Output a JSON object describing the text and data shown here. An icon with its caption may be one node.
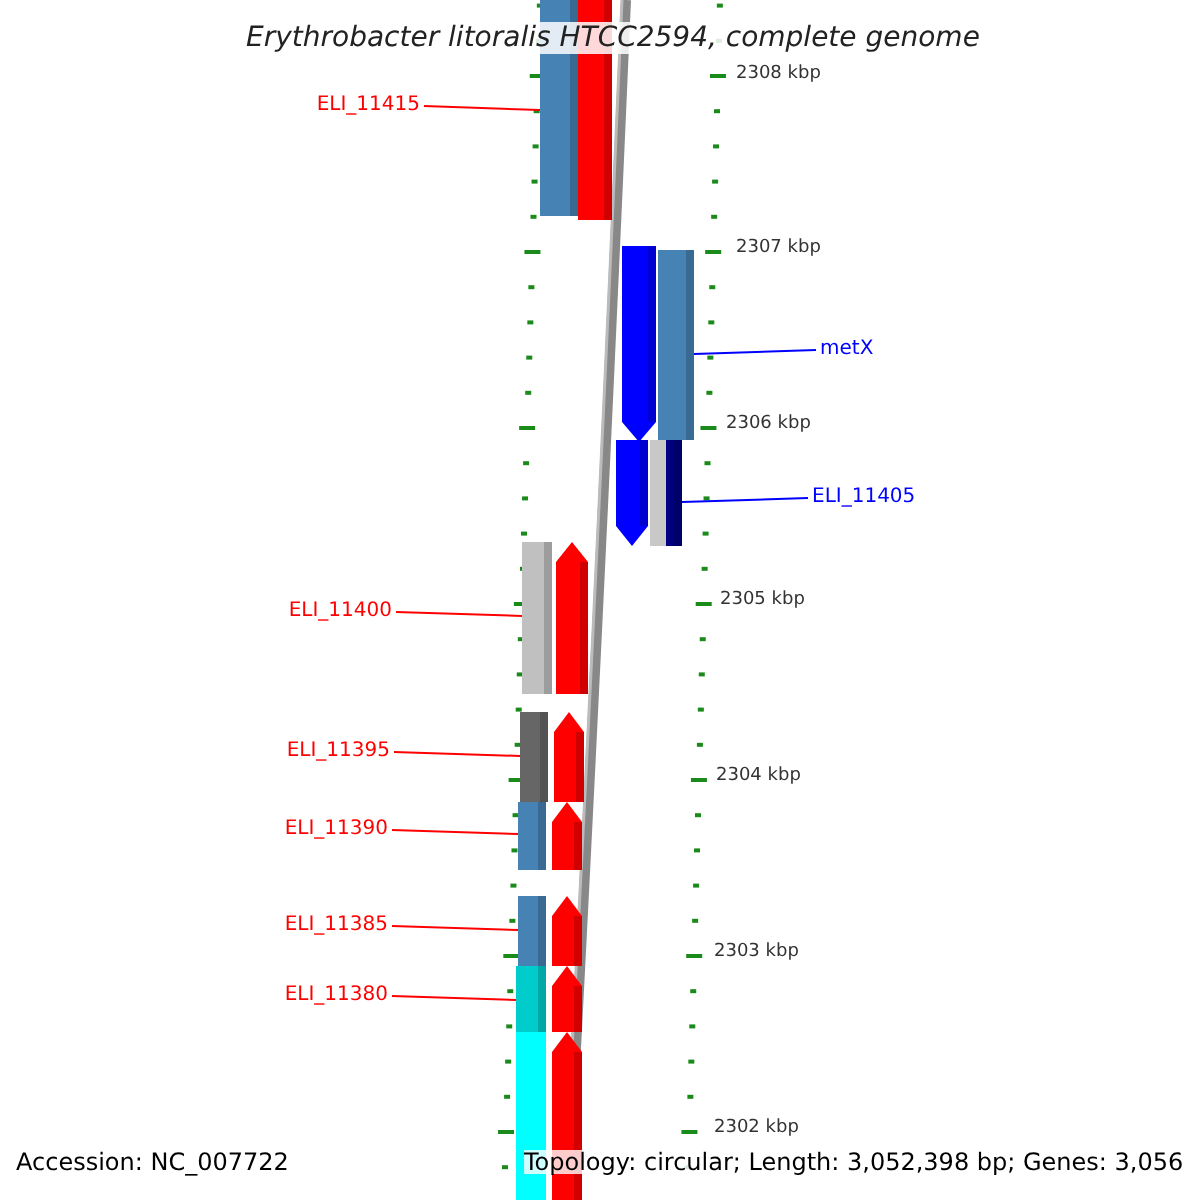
{
  "diagram": {
    "title": "Erythrobacter litoralis HTCC2594, complete genome",
    "nodes": [
      {
        "text": [
          "ELI_11415"
        ]
      },
      {
        "text": [
          "metX"
        ]
      },
      {
        "text": [
          "ELI_11405"
        ]
      },
      {
        "text": [
          "ELI_11400"
        ]
      },
      {
        "text": [
          "ELI_11395"
        ]
      },
      {
        "text": [
          "ELI_11390"
        ]
      },
      {
        "text": [
          "ELI_11385"
        ]
      },
      {
        "text": [
          "ELI_11380"
        ]
      },
      {
        "text": [],
        "shape": "bar"
      },
      {
        "text": [],
        "shape": "bar"
      },
      {
        "text": [],
        "shape": "bar"
      },
      {
        "text": [],
        "shape": "bar"
      },
      {
        "text": [],
        "shape": "bar"
      },
      {
        "text": [],
        "shape": "bar"
      },
      {
        "text": [],
        "shape": "bar"
      },
      {
        "text": [],
        "shape": "bar"
      }
    ],
    "edges": [
      {
        "from": 0,
        "to": 8,
        "arrow": "none"
      },
      {
        "from": 1,
        "to": 9,
        "arrow": "none",
        "color": "#0000ff"
      },
      {
        "from": 2,
        "to": 10,
        "arrow": "none",
        "color": "#0000ff"
      },
      {
        "from": 3,
        "to": 11,
        "arrow": "none"
      },
      {
        "from": 4,
        "to": 12,
        "arrow": "none"
      },
      {
        "from": 5,
        "to": 13,
        "arrow": "none"
      },
      {
        "from": 6,
        "to": 14,
        "arrow": "none"
      },
      {
        "from": 7,
        "to": 15,
        "arrow": "none"
      }
    ],
    "labels": [
      "2308 kbp",
      "2307 kbp",
      "2306 kbp",
      "2305 kbp",
      "2304 kbp",
      "2303 kbp",
      "2302 kbp",
      "Accession: NC_007722",
      "Topology: circular; Length: 3,052,398 bp; Genes: 3,056"
    ]
  }
}
